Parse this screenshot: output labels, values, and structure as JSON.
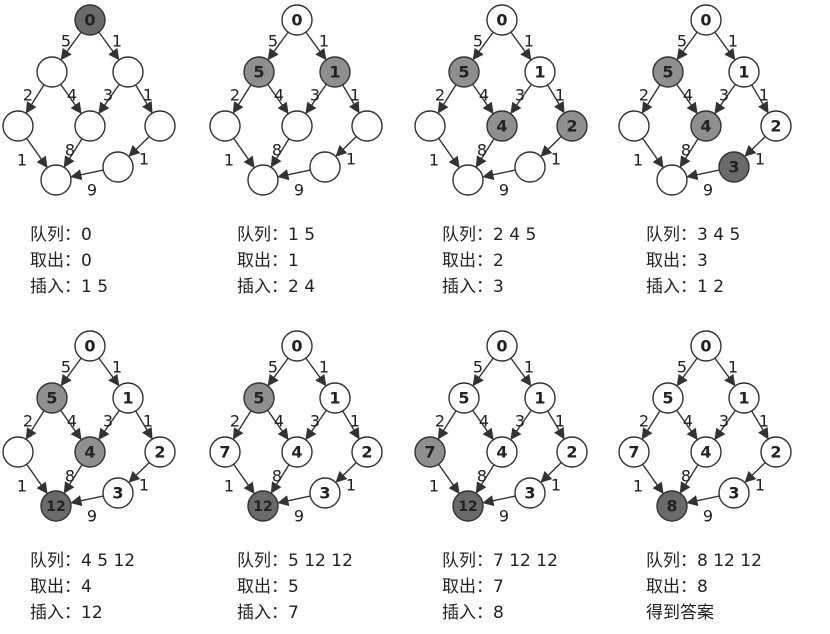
{
  "graph": {
    "nodes": [
      "n0",
      "n1",
      "n2",
      "n3",
      "n4",
      "n5",
      "n6",
      "n7"
    ],
    "edges": [
      {
        "from": "n0",
        "to": "n1",
        "weight": "5"
      },
      {
        "from": "n0",
        "to": "n2",
        "weight": "1"
      },
      {
        "from": "n1",
        "to": "n3",
        "weight": "2"
      },
      {
        "from": "n1",
        "to": "n4",
        "weight": "4"
      },
      {
        "from": "n2",
        "to": "n4",
        "weight": "3"
      },
      {
        "from": "n2",
        "to": "n5",
        "weight": "1"
      },
      {
        "from": "n3",
        "to": "n6",
        "weight": "1"
      },
      {
        "from": "n4",
        "to": "n6",
        "weight": "8"
      },
      {
        "from": "n5",
        "to": "n7",
        "weight": "1"
      },
      {
        "from": "n7",
        "to": "n6",
        "weight": "9"
      }
    ]
  },
  "panels": [
    {
      "id": "step-1",
      "nodes": {
        "n0": {
          "label": "0",
          "state": "dark"
        },
        "n1": {
          "label": "",
          "state": "white"
        },
        "n2": {
          "label": "",
          "state": "white"
        },
        "n3": {
          "label": "",
          "state": "white"
        },
        "n4": {
          "label": "",
          "state": "white"
        },
        "n5": {
          "label": "",
          "state": "white"
        },
        "n6": {
          "label": "",
          "state": "white"
        },
        "n7": {
          "label": "",
          "state": "white"
        }
      },
      "lines": [
        "队列：0",
        "取出：0",
        "插入：1 5"
      ]
    },
    {
      "id": "step-2",
      "nodes": {
        "n0": {
          "label": "0",
          "state": "white"
        },
        "n1": {
          "label": "5",
          "state": "gray"
        },
        "n2": {
          "label": "1",
          "state": "gray"
        },
        "n3": {
          "label": "",
          "state": "white"
        },
        "n4": {
          "label": "",
          "state": "white"
        },
        "n5": {
          "label": "",
          "state": "white"
        },
        "n6": {
          "label": "",
          "state": "white"
        },
        "n7": {
          "label": "",
          "state": "white"
        }
      },
      "lines": [
        "队列：1 5",
        "取出：1",
        "插入：2 4"
      ]
    },
    {
      "id": "step-3",
      "nodes": {
        "n0": {
          "label": "0",
          "state": "white"
        },
        "n1": {
          "label": "5",
          "state": "gray"
        },
        "n2": {
          "label": "1",
          "state": "white"
        },
        "n3": {
          "label": "",
          "state": "white"
        },
        "n4": {
          "label": "4",
          "state": "gray"
        },
        "n5": {
          "label": "2",
          "state": "gray"
        },
        "n6": {
          "label": "",
          "state": "white"
        },
        "n7": {
          "label": "",
          "state": "white"
        }
      },
      "lines": [
        "队列：2 4 5",
        "取出：2",
        "插入：3"
      ]
    },
    {
      "id": "step-4",
      "nodes": {
        "n0": {
          "label": "0",
          "state": "white"
        },
        "n1": {
          "label": "5",
          "state": "gray"
        },
        "n2": {
          "label": "1",
          "state": "white"
        },
        "n3": {
          "label": "",
          "state": "white"
        },
        "n4": {
          "label": "4",
          "state": "gray"
        },
        "n5": {
          "label": "2",
          "state": "white"
        },
        "n6": {
          "label": "",
          "state": "white"
        },
        "n7": {
          "label": "3",
          "state": "dark"
        }
      },
      "lines": [
        "队列：3 4 5",
        "取出：3",
        "插入：1 2"
      ]
    },
    {
      "id": "step-5",
      "nodes": {
        "n0": {
          "label": "0",
          "state": "white"
        },
        "n1": {
          "label": "5",
          "state": "gray"
        },
        "n2": {
          "label": "1",
          "state": "white"
        },
        "n3": {
          "label": "",
          "state": "white"
        },
        "n4": {
          "label": "4",
          "state": "gray"
        },
        "n5": {
          "label": "2",
          "state": "white"
        },
        "n6": {
          "label": "12",
          "state": "dark"
        },
        "n7": {
          "label": "3",
          "state": "white"
        }
      },
      "lines": [
        "队列：4 5 12",
        "取出：4",
        "插入：12"
      ]
    },
    {
      "id": "step-6",
      "nodes": {
        "n0": {
          "label": "0",
          "state": "white"
        },
        "n1": {
          "label": "5",
          "state": "gray"
        },
        "n2": {
          "label": "1",
          "state": "white"
        },
        "n3": {
          "label": "7",
          "state": "white"
        },
        "n4": {
          "label": "4",
          "state": "white"
        },
        "n5": {
          "label": "2",
          "state": "white"
        },
        "n6": {
          "label": "12",
          "state": "dark"
        },
        "n7": {
          "label": "3",
          "state": "white"
        }
      },
      "lines": [
        "队列：5 12 12",
        "取出：5",
        "插入：7"
      ]
    },
    {
      "id": "step-7",
      "nodes": {
        "n0": {
          "label": "0",
          "state": "white"
        },
        "n1": {
          "label": "5",
          "state": "white"
        },
        "n2": {
          "label": "1",
          "state": "white"
        },
        "n3": {
          "label": "7",
          "state": "gray"
        },
        "n4": {
          "label": "4",
          "state": "white"
        },
        "n5": {
          "label": "2",
          "state": "white"
        },
        "n6": {
          "label": "12",
          "state": "dark"
        },
        "n7": {
          "label": "3",
          "state": "white"
        }
      },
      "lines": [
        "队列：7 12 12",
        "取出：7",
        "插入：8"
      ]
    },
    {
      "id": "step-8",
      "nodes": {
        "n0": {
          "label": "0",
          "state": "white"
        },
        "n1": {
          "label": "5",
          "state": "white"
        },
        "n2": {
          "label": "1",
          "state": "white"
        },
        "n3": {
          "label": "7",
          "state": "white"
        },
        "n4": {
          "label": "4",
          "state": "white"
        },
        "n5": {
          "label": "2",
          "state": "white"
        },
        "n6": {
          "label": "8",
          "state": "dark"
        },
        "n7": {
          "label": "3",
          "state": "white"
        }
      },
      "lines": [
        "队列：8 12 12",
        "取出：8",
        "得到答案"
      ]
    }
  ],
  "colors": {
    "line": "#333333",
    "text": "#222222",
    "white_fill": "#ffffff",
    "gray_fill": "#8f8f8f",
    "dark_fill": "#6a6a6a"
  }
}
